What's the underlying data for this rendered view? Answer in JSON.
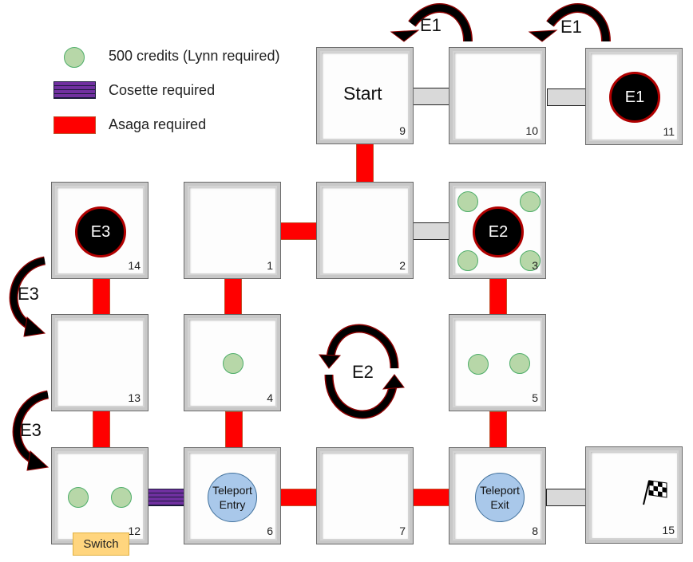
{
  "legend": {
    "coin_label": "500 credits (Lynn required)",
    "purple_label": "Cosette required",
    "red_label": "Asaga required"
  },
  "colors": {
    "asaga_door": "#ff0000",
    "cosette_door": "#7030a0",
    "open_door": "#d9d9d9",
    "credit_coin": "#b7d7a8",
    "enemy_fill": "#000000",
    "enemy_ring": "#b00000",
    "teleport": "#a9c8ea",
    "switch": "#ffd57e"
  },
  "rooms": {
    "r9": {
      "number": "9",
      "label": "Start"
    },
    "r10": {
      "number": "10"
    },
    "r11": {
      "number": "11",
      "enemy": "E1"
    },
    "r14": {
      "number": "14",
      "enemy": "E3"
    },
    "r1": {
      "number": "1"
    },
    "r2": {
      "number": "2"
    },
    "r3": {
      "number": "3",
      "enemy": "E2",
      "credits": 4
    },
    "r13": {
      "number": "13"
    },
    "r4": {
      "number": "4",
      "credits": 1
    },
    "r5": {
      "number": "5",
      "credits": 2
    },
    "r12": {
      "number": "12",
      "credits": 2,
      "switch": "Switch"
    },
    "r6": {
      "number": "6",
      "teleport_line1": "Teleport",
      "teleport_line2": "Entry"
    },
    "r7": {
      "number": "7"
    },
    "r8": {
      "number": "8",
      "teleport_line1": "Teleport",
      "teleport_line2": "Exit"
    },
    "r15": {
      "number": "15",
      "goal": "checkered-flag"
    }
  },
  "connections": [
    {
      "from": "9",
      "to": "10",
      "type": "open"
    },
    {
      "from": "10",
      "to": "11",
      "type": "open"
    },
    {
      "from": "9",
      "to": "2",
      "type": "asaga"
    },
    {
      "from": "1",
      "to": "2",
      "type": "asaga"
    },
    {
      "from": "2",
      "to": "3",
      "type": "open"
    },
    {
      "from": "14",
      "to": "13",
      "type": "asaga"
    },
    {
      "from": "1",
      "to": "4",
      "type": "asaga"
    },
    {
      "from": "3",
      "to": "5",
      "type": "asaga"
    },
    {
      "from": "13",
      "to": "12",
      "type": "asaga"
    },
    {
      "from": "4",
      "to": "6",
      "type": "asaga"
    },
    {
      "from": "5",
      "to": "8",
      "type": "asaga"
    },
    {
      "from": "12",
      "to": "6",
      "type": "cosette"
    },
    {
      "from": "6",
      "to": "7",
      "type": "asaga"
    },
    {
      "from": "7",
      "to": "8",
      "type": "asaga"
    },
    {
      "from": "8",
      "to": "15",
      "type": "open"
    }
  ],
  "movement_labels": {
    "e1_a": "E1",
    "e1_b": "E1",
    "e2_cycle": "E2",
    "e3_a": "E3",
    "e3_b": "E3"
  }
}
